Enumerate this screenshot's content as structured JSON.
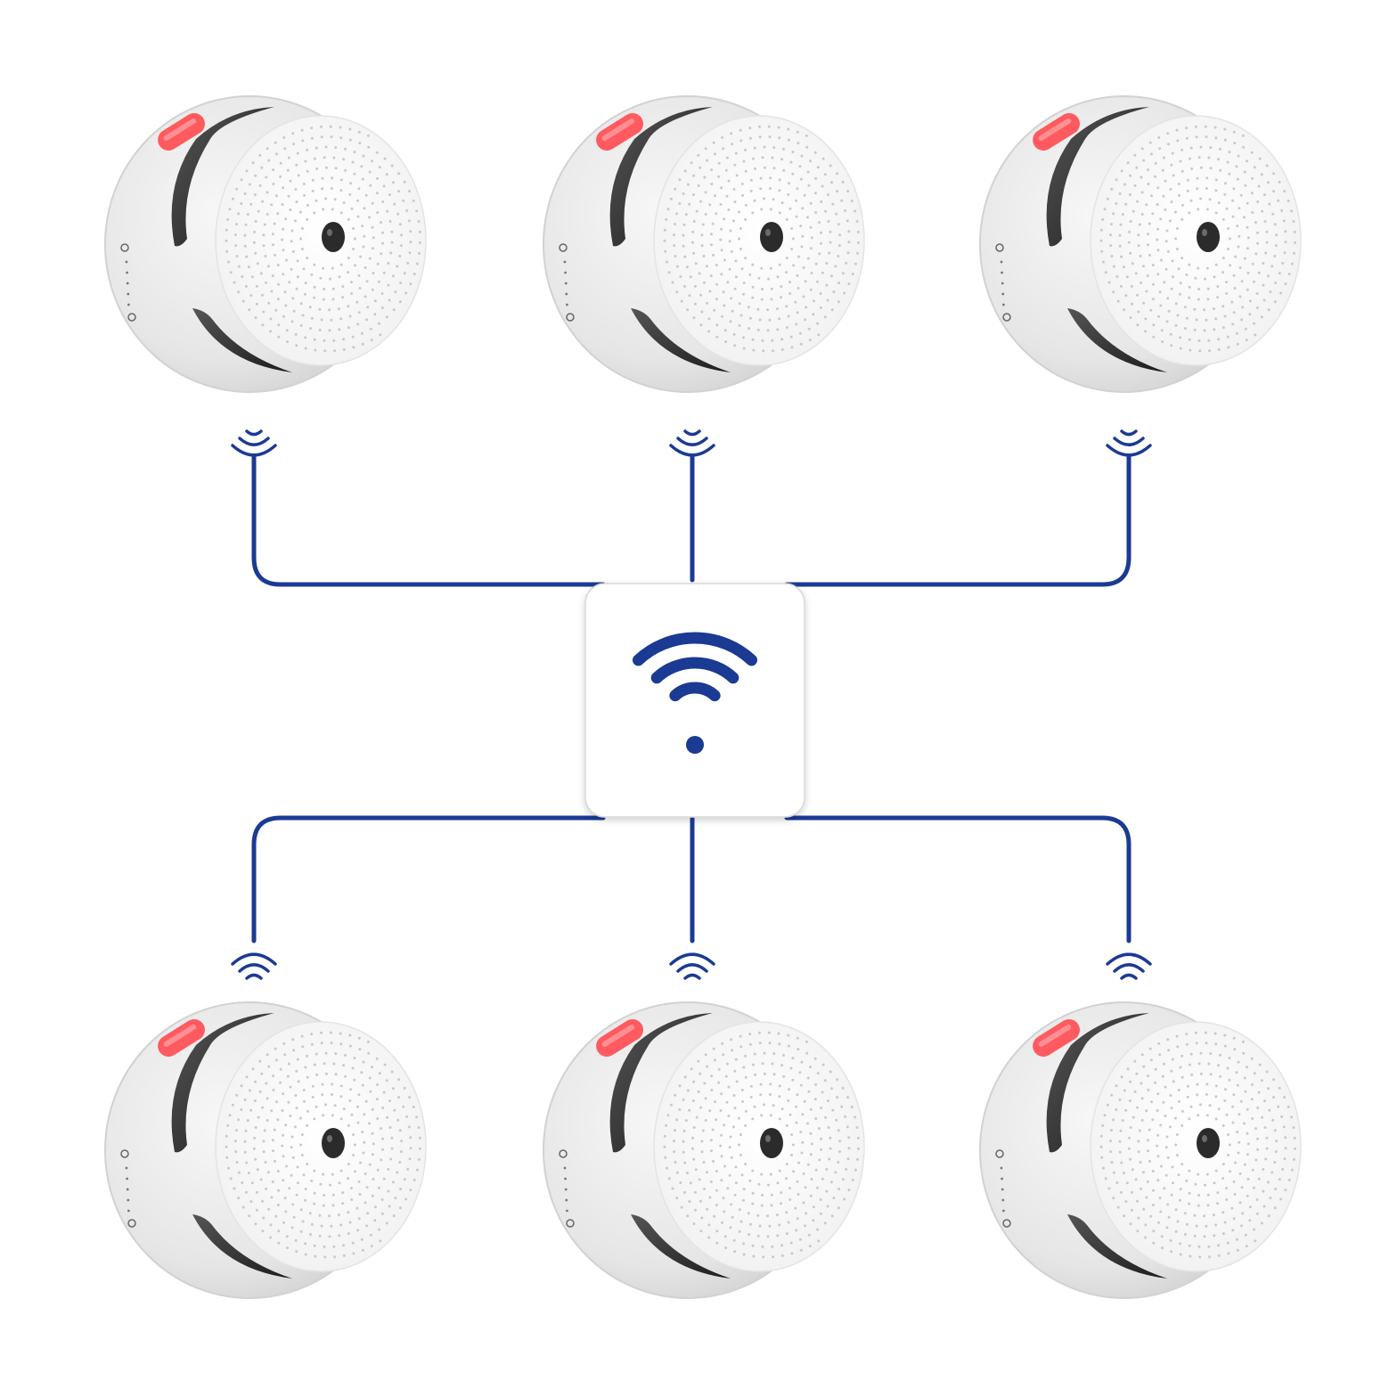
{
  "diagram": {
    "type": "wireless-interconnect",
    "hub": {
      "icon": "wifi-icon"
    },
    "devices": [
      {
        "id": "detector-top-left",
        "row": "top",
        "icon": "smoke-detector-icon",
        "signal_icon": "signal-waves-icon"
      },
      {
        "id": "detector-top-center",
        "row": "top",
        "icon": "smoke-detector-icon",
        "signal_icon": "signal-waves-icon"
      },
      {
        "id": "detector-top-right",
        "row": "top",
        "icon": "smoke-detector-icon",
        "signal_icon": "signal-waves-icon"
      },
      {
        "id": "detector-bottom-left",
        "row": "bottom",
        "icon": "smoke-detector-icon",
        "signal_icon": "signal-waves-icon"
      },
      {
        "id": "detector-bottom-center",
        "row": "bottom",
        "icon": "smoke-detector-icon",
        "signal_icon": "signal-waves-icon"
      },
      {
        "id": "detector-bottom-right",
        "row": "bottom",
        "icon": "smoke-detector-icon",
        "signal_icon": "signal-waves-icon"
      }
    ],
    "connections": [
      {
        "from": "detector-top-left",
        "to": "hub"
      },
      {
        "from": "detector-top-center",
        "to": "hub"
      },
      {
        "from": "detector-top-right",
        "to": "hub"
      },
      {
        "from": "hub",
        "to": "detector-bottom-left"
      },
      {
        "from": "hub",
        "to": "detector-bottom-center"
      },
      {
        "from": "hub",
        "to": "detector-bottom-right"
      }
    ]
  },
  "colors": {
    "line": "#1b3a94",
    "detector_body": "#e9e9e9",
    "detector_face": "#ffffff",
    "vent": "#2a2a2a",
    "test_button": "#ff5a5f",
    "hub_background": "#ffffff"
  }
}
